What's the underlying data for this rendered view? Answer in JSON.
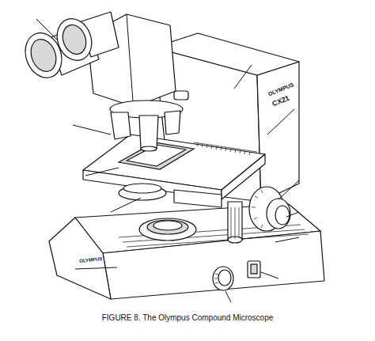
{
  "diagram": {
    "caption": "FIGURE 8. The Olympus Compound Microscope",
    "labels": [
      "OLYMPUS",
      "CX21",
      "OLYMPUS"
    ]
  }
}
